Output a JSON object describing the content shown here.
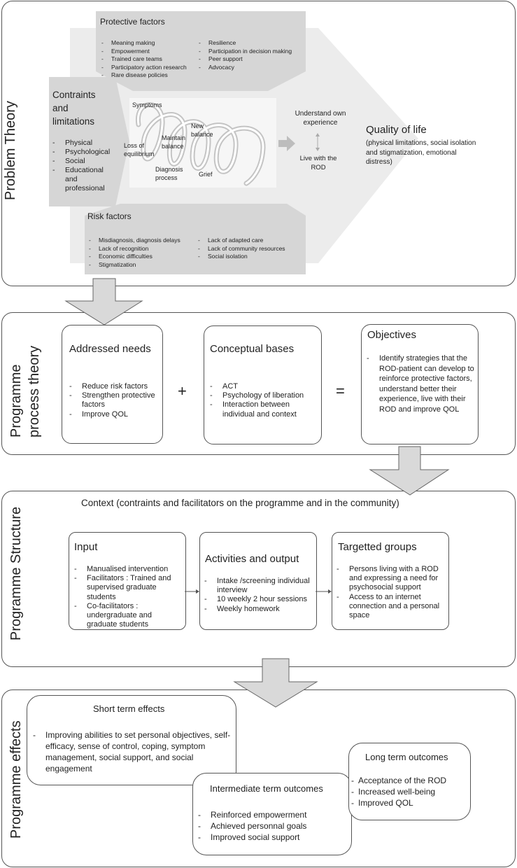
{
  "panels": {
    "problem_theory": "Problem Theory",
    "process_theory": "Programme process theory",
    "structure": "Programme Structure",
    "effects": "Programme effects"
  },
  "problem": {
    "protective": {
      "title": "Protective factors",
      "left": [
        "Meaning making",
        "Empowerment",
        "Trained care teams",
        "Participatory action research",
        "Rare disease policies"
      ],
      "right": [
        "Resilience",
        "Participation in decision making",
        "Peer support",
        "Advocacy"
      ]
    },
    "constraints": {
      "title": "Contraints and limitations",
      "items": [
        "Physical",
        "Psychological",
        "Social",
        "Educational and professional"
      ]
    },
    "spiral": {
      "symptoms": "Symptoms",
      "loss": "Loss of equilibrium",
      "maintain": "Maintain balance",
      "new_balance": "New balance",
      "diagnosis": "Diagnosis process",
      "grief": "Grief"
    },
    "understand": "Understand own experience",
    "live_with": "Live with the ROD",
    "qol": {
      "title": "Quality of life",
      "detail": "(physical limitations, social isolation and stigmatization, emotional distress)"
    },
    "risk": {
      "title": "Risk factors",
      "left": [
        "Misdiagnosis, diagnosis delays",
        "Lack of recognition",
        "Economic difficulties",
        "Stigmatization"
      ],
      "right": [
        "Lack of adapted care",
        "Lack of community resources",
        "Social isolation"
      ]
    }
  },
  "process": {
    "needs": {
      "title": "Addressed needs",
      "items": [
        "Reduce risk factors",
        "Strengthen protective factors",
        "Improve QOL"
      ]
    },
    "plus": "+",
    "bases": {
      "title": "Conceptual bases",
      "items": [
        "ACT",
        "Psychology of liberation",
        "Interaction between individual and context"
      ]
    },
    "equals": "=",
    "objectives": {
      "title": "Objectives",
      "items": [
        "Identify strategies that the ROD-patient can develop to reinforce protective factors, understand better their experience, live with their ROD and improve QOL"
      ]
    }
  },
  "structure": {
    "context": "Context (contraints and facilitators on the programme and in the community)",
    "input": {
      "title": "Input",
      "items": [
        "Manualised intervention",
        "Facilitators : Trained and supervised graduate students",
        "Co-facilitators : undergraduate and graduate students"
      ]
    },
    "activities": {
      "title": "Activities and output",
      "items": [
        "Intake /screening individual interview",
        "10 weekly 2 hour sessions",
        "Weekly homework"
      ]
    },
    "targets": {
      "title": "Targetted groups",
      "items": [
        "Persons living with a ROD and expressing a need for psychosocial support",
        "Access to an internet connection and a personal space"
      ]
    }
  },
  "effects": {
    "short": {
      "title": "Short term effects",
      "items": [
        "Improving abilities to set personal objectives, self-efficacy, sense of control, coping, symptom management, social support, and social engagement"
      ]
    },
    "intermediate": {
      "title": "Intermediate term outcomes",
      "items": [
        "Reinforced empowerment",
        "Achieved personnal goals",
        "Improved social support"
      ]
    },
    "long": {
      "title": "Long term outcomes",
      "items": [
        "Acceptance of the ROD",
        "Increased well-being",
        "Improved QOL"
      ]
    }
  }
}
